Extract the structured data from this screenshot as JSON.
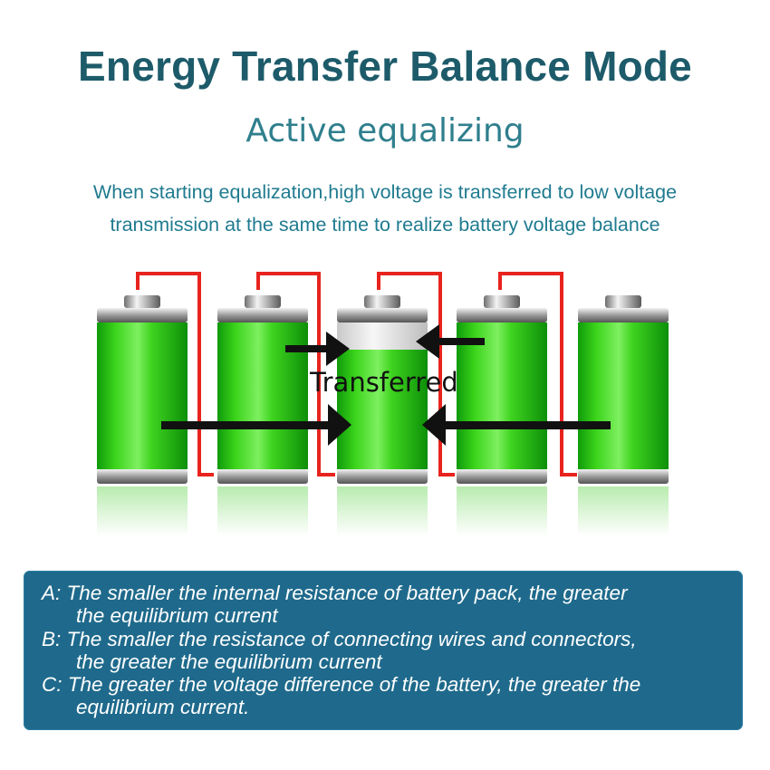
{
  "header": {
    "title": "Energy Transfer Balance Mode",
    "subtitle": "Active equalizing",
    "description_line1": "When starting equalization,high voltage is transferred to low voltage",
    "description_line2": "transmission at the same time to realize battery voltage balance"
  },
  "illustration": {
    "label": "Transferred",
    "battery_count": 5,
    "colors": {
      "battery_green": "#33d41a",
      "wire_red": "#e8231e",
      "arrow": "#111111"
    }
  },
  "notes": {
    "items": [
      {
        "line1": "A: The smaller the internal resistance of battery pack, the greater",
        "line2": "the equilibrium current"
      },
      {
        "line1": "B: The smaller the resistance of connecting wires and connectors,",
        "line2": "the greater the equilibrium current"
      },
      {
        "line1": "C: The greater the voltage difference of the battery, the greater the",
        "line2": "equilibrium current."
      }
    ],
    "panel_color": "#1f6a8c"
  }
}
